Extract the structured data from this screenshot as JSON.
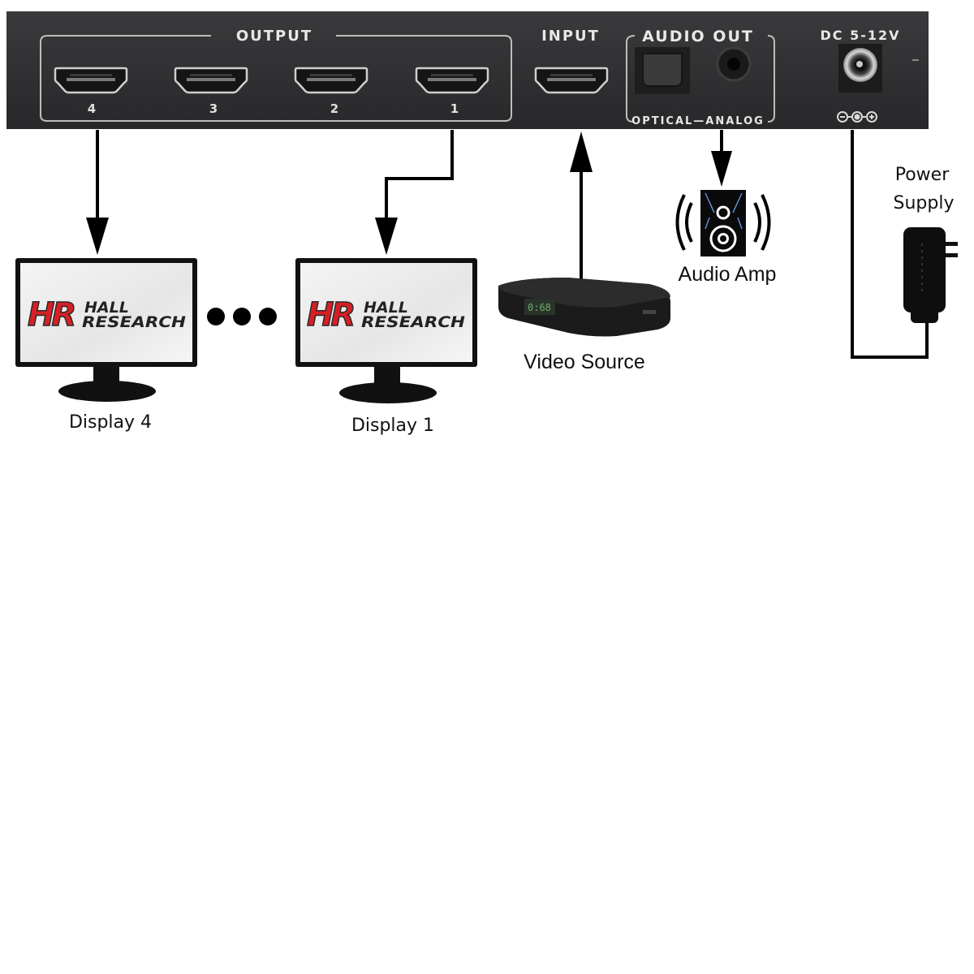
{
  "device": {
    "output_label": "OUTPUT",
    "input_label": "INPUT",
    "audio_out_label": "AUDIO OUT",
    "audio_sub_label": "OPTICAL—ANALOG",
    "dc_label": "DC 5-12V",
    "polarity_symbol": "⊖-●-⊕",
    "output_ports": [
      "4",
      "3",
      "2",
      "1"
    ],
    "panel_color": "#2e2e30"
  },
  "displays": [
    {
      "label": "Display 4",
      "brand_line1": "HALL",
      "brand_line2": "RESEARCH",
      "logo_mark": "HR"
    },
    {
      "label": "Display 1",
      "brand_line1": "HALL",
      "brand_line2": "RESEARCH",
      "logo_mark": "HR"
    }
  ],
  "ellipsis": "•••",
  "video_source": {
    "label": "Video Source",
    "display_text": "0:68"
  },
  "audio_amp": {
    "label": "Audio Amp"
  },
  "power_supply": {
    "label_line1": "Power",
    "label_line2": "Supply"
  },
  "colors": {
    "logo_red": "#d71f26",
    "wire": "#000000",
    "speaker_accent": "#5b8fd6"
  }
}
